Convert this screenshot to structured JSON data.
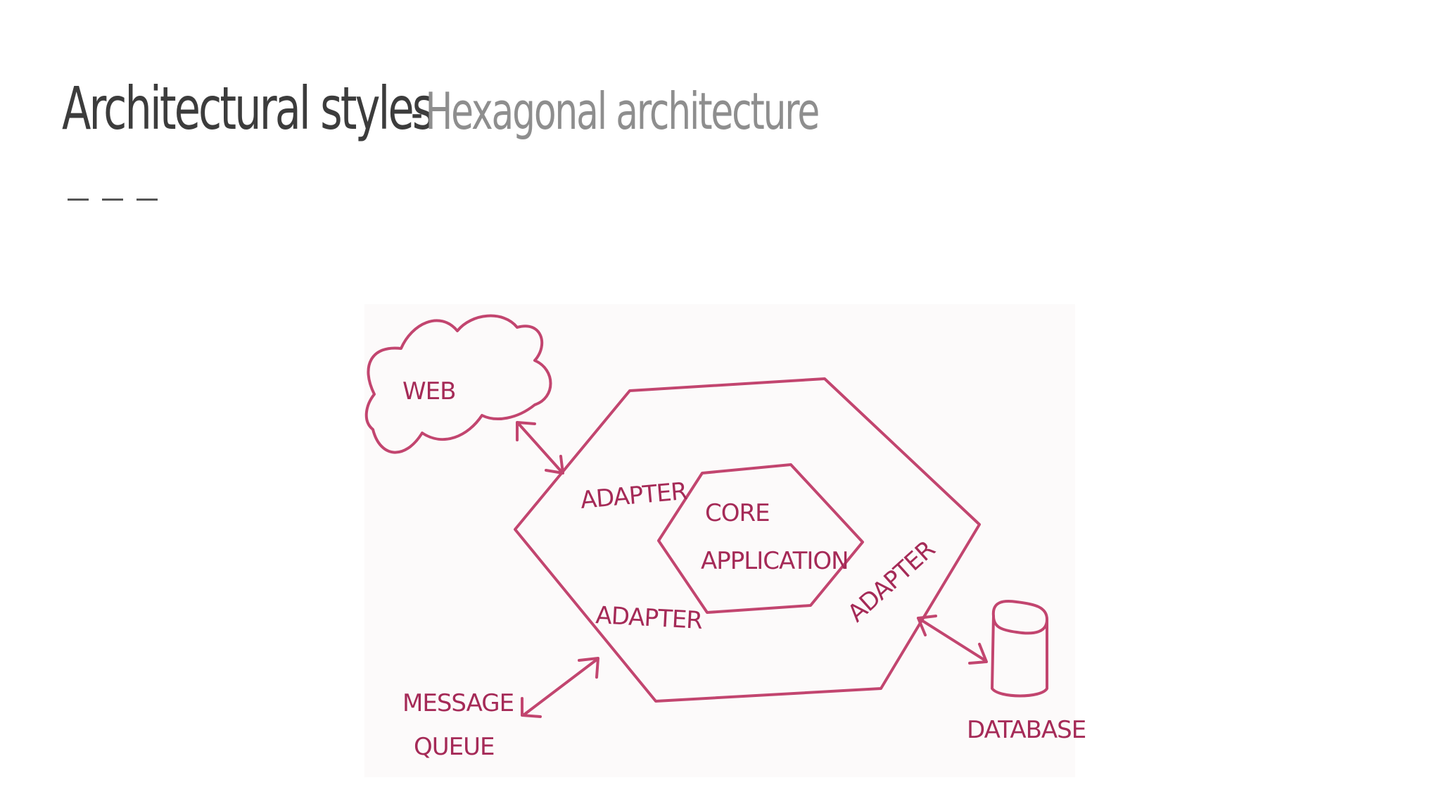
{
  "title": {
    "main": "Architectural styles",
    "separator": "-",
    "sub": "Hexagonal architecture"
  },
  "diagram": {
    "ink_color": "#c2456f",
    "labels": {
      "web": "WEB",
      "core_line1": "CORE",
      "core_line2": "APPLICATION",
      "adapter_top_left": "ADAPTER",
      "adapter_bottom_left": "ADAPTER",
      "adapter_right": "ADAPTER",
      "message_line1": "MESSAGE",
      "message_line2": "QUEUE",
      "database": "DATABASE"
    },
    "nodes": [
      "web-cloud",
      "outer-hexagon",
      "core-hexagon",
      "database-cylinder",
      "message-queue"
    ],
    "edges": [
      {
        "from": "web-cloud",
        "to": "outer-hexagon",
        "type": "bidirectional-arrow"
      },
      {
        "from": "message-queue",
        "to": "outer-hexagon",
        "type": "bidirectional-arrow"
      },
      {
        "from": "database-cylinder",
        "to": "outer-hexagon",
        "type": "bidirectional-arrow"
      }
    ]
  }
}
